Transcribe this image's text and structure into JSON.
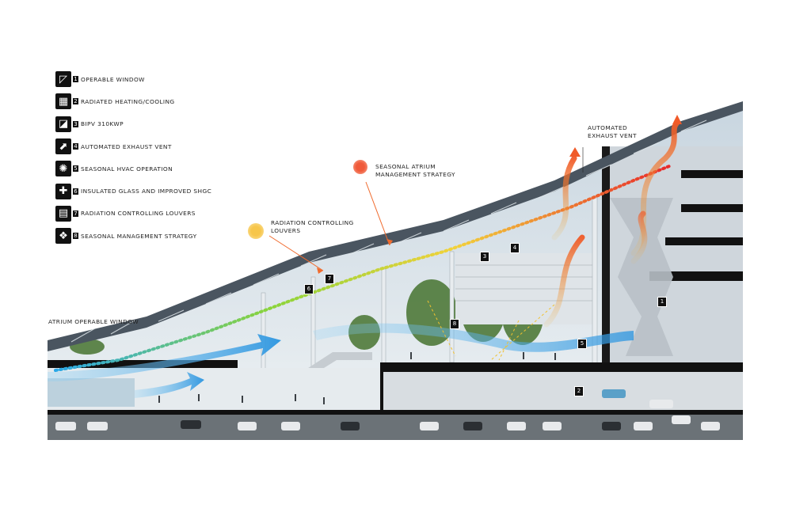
{
  "legend": {
    "items": [
      {
        "num": "1",
        "label": "OPERABLE WINDOW",
        "icon": "operable-window-icon"
      },
      {
        "num": "2",
        "label": "RADIATED HEATING/COOLING",
        "icon": "radiated-panel-icon"
      },
      {
        "num": "3",
        "label": "BIPV 310KWP",
        "icon": "solar-panel-icon"
      },
      {
        "num": "4",
        "label": "AUTOMATED EXHAUST VENT",
        "icon": "exhaust-vent-icon"
      },
      {
        "num": "5",
        "label": "SEASONAL HVAC OPERATION",
        "icon": "hvac-icon"
      },
      {
        "num": "6",
        "label": "INSULATED GLASS AND IMPROVED SHGC",
        "icon": "insulated-glass-icon"
      },
      {
        "num": "7",
        "label": "RADIATION CONTROLLING LOUVERS",
        "icon": "louver-grid-icon"
      },
      {
        "num": "8",
        "label": "SEASONAL MANAGEMENT STRATEGY",
        "icon": "seasonal-strategy-icon"
      }
    ]
  },
  "annotations": {
    "atrium_window": "ATRIUM OPERABLE WINDOW",
    "louvers_line1": "RADIATION CONTROLLING",
    "louvers_line2": "LOUVERS",
    "strategy_line1": "SEASONAL ATRIUM",
    "strategy_line2": "MANAGEMENT STRATEGY",
    "exhaust_line1": "AUTOMATED",
    "exhaust_line2": "EXHAUST VENT"
  },
  "callouts": [
    "8",
    "6",
    "7",
    "3",
    "4",
    "1",
    "5",
    "2"
  ],
  "colors": {
    "louver_dot": "#f7c64a",
    "strategy_dot": "#f2704a",
    "airflow_blue": "#3aa6e8",
    "warm_air": "#f28a2a",
    "floor_slab": "#111111"
  }
}
